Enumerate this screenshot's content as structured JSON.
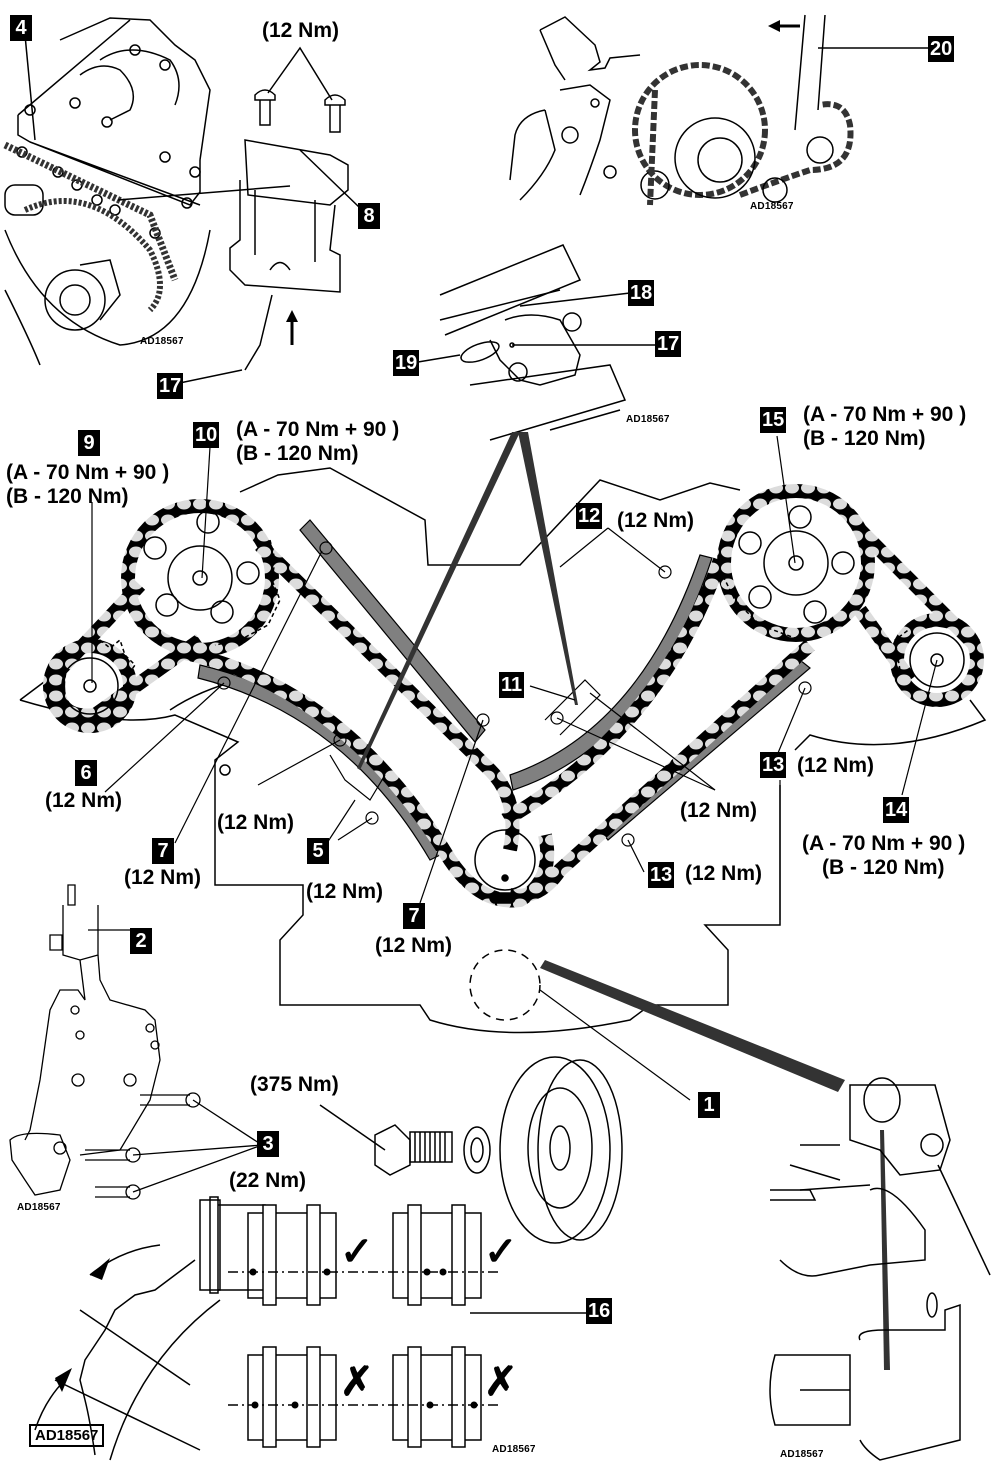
{
  "figure": {
    "reference_code": "AD18567",
    "colors": {
      "line": "#000000",
      "chain_link": "#dcdcdc",
      "guide_rail": "#808080",
      "pointer": "#333333"
    }
  },
  "callouts": {
    "c1": "1",
    "c2": "2",
    "c3": "3",
    "c4": "4",
    "c5": "5",
    "c6": "6",
    "c7a": "7",
    "c7b": "7",
    "c8": "8",
    "c9": "9",
    "c10": "10",
    "c11": "11",
    "c12": "12",
    "c13a": "13",
    "c13b": "13",
    "c14": "14",
    "c15": "15",
    "c16": "16",
    "c17a": "17",
    "c17b": "17",
    "c18": "18",
    "c19": "19",
    "c20": "20"
  },
  "torques": {
    "t8": "(12 Nm)",
    "t9_a": "(A - 70 Nm + 90 )",
    "t9_b": "(B - 120 Nm)",
    "t10_a": "(A - 70 Nm + 90 )",
    "t10_b": "(B - 120 Nm)",
    "t15_a": "(A - 70 Nm + 90 )",
    "t15_b": "(B - 120 Nm)",
    "t14_a": "(A - 70 Nm + 90 )",
    "t14_b": "(B - 120 Nm)",
    "t12": "(12 Nm)",
    "t6": "(12 Nm)",
    "t5_upper": "(12 Nm)",
    "t5_lower": "(12 Nm)",
    "t7a": "(12 Nm)",
    "t7b": "(12 Nm)",
    "t11": "(12 Nm)",
    "t13a": "(12 Nm)",
    "t13b": "(12 Nm)",
    "t3": "(22 Nm)",
    "t_crank_bolt": "(375 Nm)"
  },
  "alignment": {
    "correct_symbol": "✓",
    "incorrect_symbol": "✗"
  },
  "icons": [
    "up-arrow-icon",
    "left-arrow-icon",
    "checkmark-icon",
    "cross-icon",
    "rotation-arrow-icon"
  ]
}
